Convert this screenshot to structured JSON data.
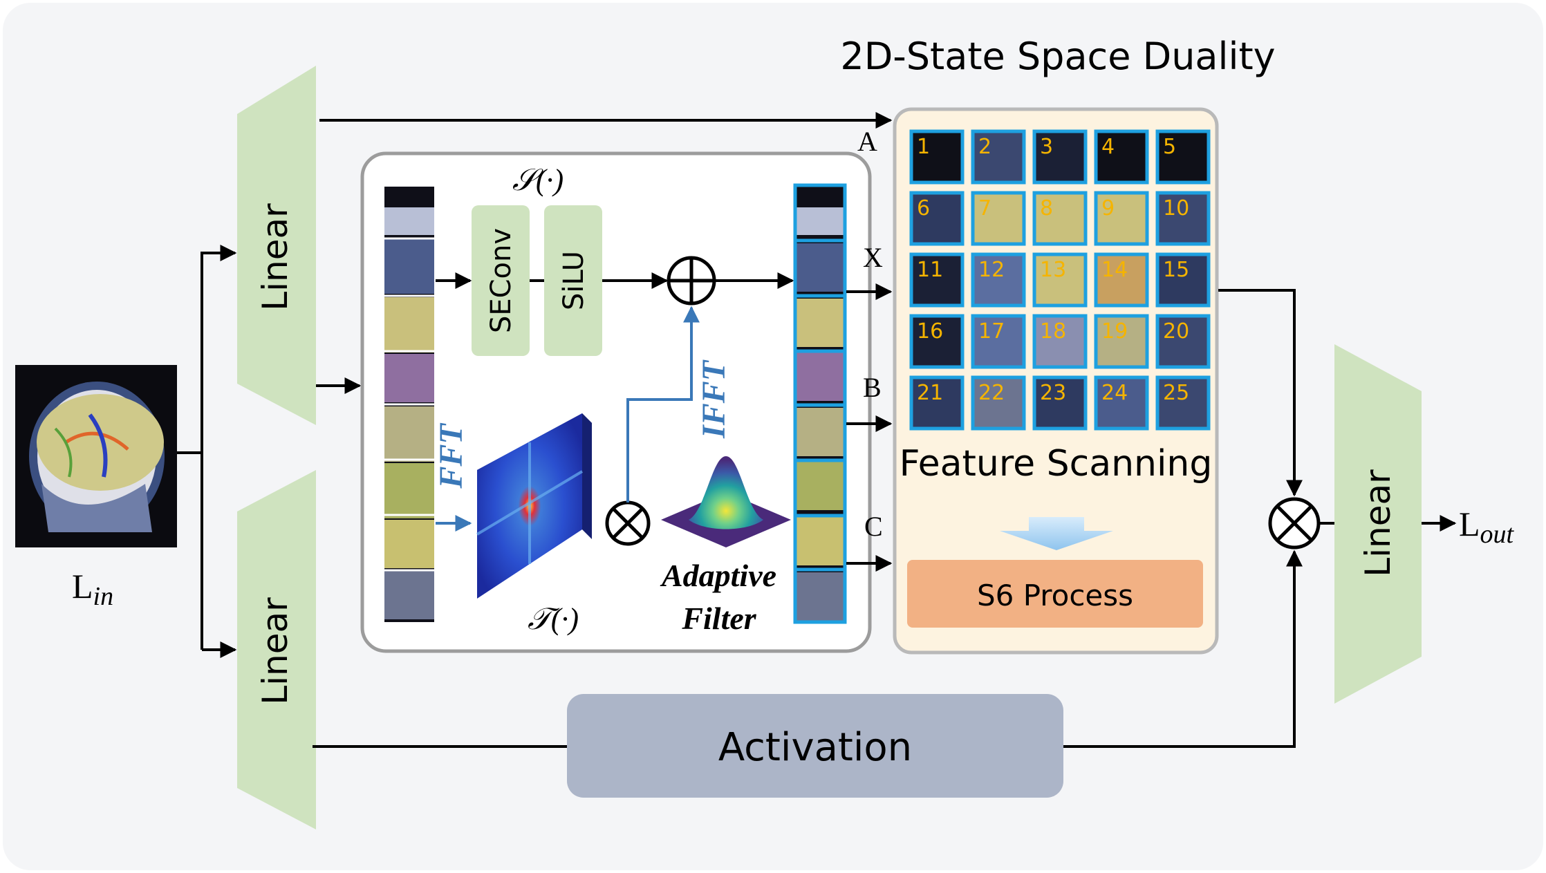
{
  "title": "2D-State Space Duality",
  "input_label": "L",
  "input_sub": "in",
  "output_label": "L",
  "output_sub": "out",
  "linear_label": "Linear",
  "seconv_label": "SEConv",
  "silu_label": "SiLU",
  "s_func": "𝒮(·)",
  "t_func": "𝒯(·)",
  "fft_label": "FFT",
  "ifft_label": "IFFT",
  "adaptive_line1": "Adaptive",
  "adaptive_line2": "Filter",
  "ssm_inputs": [
    "A",
    "X",
    "B",
    "C"
  ],
  "patch_numbers": [
    "1",
    "2",
    "3",
    "4",
    "5",
    "6",
    "7",
    "8",
    "9",
    "10",
    "11",
    "12",
    "13",
    "14",
    "15",
    "16",
    "17",
    "18",
    "19",
    "20",
    "21",
    "22",
    "23",
    "24",
    "25"
  ],
  "feature_scanning": "Feature Scanning",
  "s6_process": "S6 Process",
  "activation": "Activation",
  "colors": {
    "linear": "#cfe3bf",
    "ssd_panel": "#fdf3e0",
    "s6": "#f2b184",
    "activation": "#acb5c8",
    "patch_border": "#1ea0e0",
    "patch_number": "#f5b400",
    "fft_arrow": "#3a78b8",
    "panel_bg": "#f4f5f7"
  }
}
